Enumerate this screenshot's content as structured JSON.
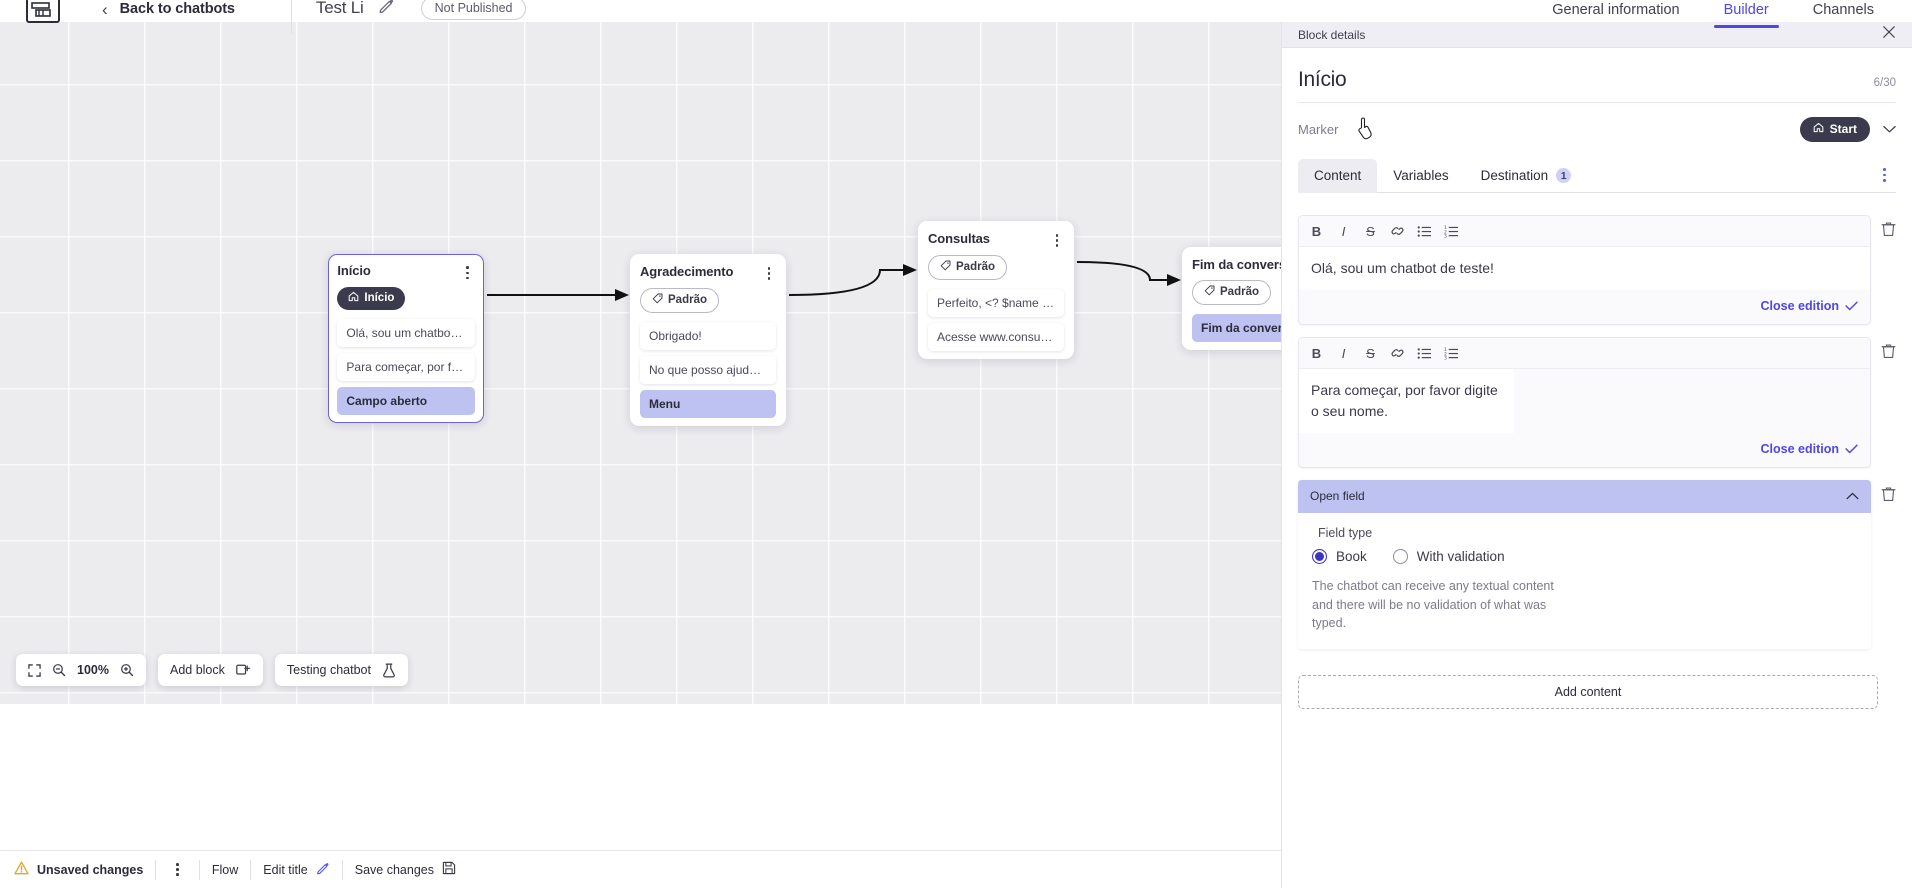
{
  "header": {
    "logo_icon": "logo-icon",
    "back_label": "Back to chatbots",
    "bot_title": "Test Li",
    "edit_icon": "pencil-icon",
    "publish_status": "Not Published",
    "tabs": [
      {
        "label": "General information",
        "active": false
      },
      {
        "label": "Builder",
        "active": true
      },
      {
        "label": "Channels",
        "active": false
      }
    ]
  },
  "canvas": {
    "nodes": [
      {
        "title": "Início",
        "tag": "Início",
        "tag_type": "start",
        "tag_icon": "home-icon",
        "selected": true,
        "rows": [
          {
            "text": "Olá, sou um chatbot de teste!",
            "highlight": false
          },
          {
            "text": "Para começar, por favor digite o ...",
            "highlight": false
          },
          {
            "text": "Campo aberto",
            "highlight": true
          }
        ]
      },
      {
        "title": "Agradecimento",
        "tag": "Padrão",
        "tag_type": "default",
        "tag_icon": "tag-icon",
        "selected": false,
        "rows": [
          {
            "text": "Obrigado!",
            "highlight": false
          },
          {
            "text": "No que posso ajudar, <? $name ...",
            "highlight": false
          },
          {
            "text": "Menu",
            "highlight": true
          }
        ]
      },
      {
        "title": "Consultas",
        "tag": "Padrão",
        "tag_type": "default",
        "tag_icon": "tag-icon",
        "selected": false,
        "rows": [
          {
            "text": "Perfeito, <? $name ?>!",
            "highlight": false
          },
          {
            "text": "Acesse www.consultas.com par...",
            "highlight": false
          }
        ]
      },
      {
        "title": "Fim da conversa",
        "tag": "Padrão",
        "tag_type": "default",
        "tag_icon": "tag-icon",
        "selected": false,
        "rows": [
          {
            "text": "Fim da conversa",
            "highlight": true
          }
        ]
      }
    ],
    "toolbar": {
      "fit_icon": "fit-screen-icon",
      "zoom_out_icon": "zoom-out-icon",
      "zoom_level": "100%",
      "zoom_in_icon": "zoom-in-icon",
      "add_block_label": "Add block",
      "add_block_icon": "add-block-icon",
      "testing_label": "Testing chatbot",
      "testing_icon": "flask-icon"
    }
  },
  "statusbar": {
    "warning_icon": "warning-icon",
    "unsaved_label": "Unsaved changes",
    "kebab_icon": "kebab-icon",
    "flow_label": "Flow",
    "edit_title_label": "Edit title",
    "edit_title_icon": "pencil-icon",
    "save_label": "Save changes",
    "save_icon": "save-icon"
  },
  "panel": {
    "bar_title": "Block details",
    "close_icon": "close-icon",
    "block_name": "Início",
    "char_count": "6/30",
    "marker_label": "Marker",
    "marker_value": "Start",
    "marker_icon": "home-icon",
    "marker_chevron": "chevron-down-icon",
    "tabs": [
      {
        "label": "Content",
        "active": true,
        "badge": ""
      },
      {
        "label": "Variables",
        "active": false,
        "badge": ""
      },
      {
        "label": "Destination",
        "active": false,
        "badge": "1"
      }
    ],
    "tabs_kebab": "kebab-icon",
    "editor_tools": [
      "bold-icon",
      "italic-icon",
      "strikethrough-icon",
      "link-icon",
      "bullet-list-icon",
      "numbered-list-icon"
    ],
    "editors": [
      {
        "text": "Olá, sou um chatbot de teste!",
        "close_label": "Close edition"
      },
      {
        "text": "Para começar, por favor digite o seu nome.",
        "close_label": "Close edition"
      }
    ],
    "open_field": {
      "title": "Open field",
      "collapse_icon": "chevron-up-icon",
      "field_type_label": "Field type",
      "options": [
        {
          "label": "Book",
          "selected": true
        },
        {
          "label": "With validation",
          "selected": false
        }
      ],
      "description": "The chatbot can receive any textual content and there will be no validation of what was typed."
    },
    "add_content_label": "Add content",
    "trash_icon": "trash-icon"
  },
  "colors": {
    "accent": "#4f46e5",
    "highlight": "#bdc2f0",
    "dark_pill": "#3b3b4d"
  }
}
